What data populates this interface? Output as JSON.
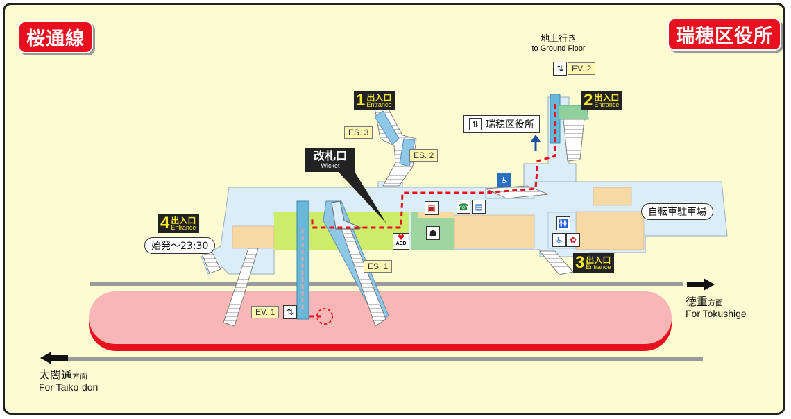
{
  "line_name": "桜通線",
  "station_name": "瑞穂区役所",
  "wicket": {
    "jp": "改札口",
    "en": "Wicket"
  },
  "ground_floor": {
    "jp": "地上行き",
    "en": "to Ground Floor"
  },
  "entrance_jp": "出入口",
  "entrance_en": "Entrance",
  "entrances": [
    {
      "num": "1"
    },
    {
      "num": "2"
    },
    {
      "num": "3"
    },
    {
      "num": "4"
    }
  ],
  "first_train": "始発～23:30",
  "escalators": {
    "es1": "ES. 1",
    "es2": "ES. 2",
    "es3": "ES. 3"
  },
  "elevators": {
    "ev1": "EV. 1",
    "ev2": "EV. 2"
  },
  "exit_sign": "瑞穂区役所",
  "bicycle_parking": "自転車駐車場",
  "aed": "AED",
  "dir_east": {
    "jp": "徳重",
    "suffix": "方面",
    "en": "For Tokushige"
  },
  "dir_west": {
    "jp": "太閤通",
    "suffix": "方面",
    "en": "For Taiko-dori"
  },
  "colors": {
    "platform": "#f9b6b6",
    "platform_edge": "#e8101e",
    "concourse": "#dbeef8",
    "paid_area": "#ccec6a",
    "route": "#e8101e",
    "tag": "#e8101e"
  }
}
